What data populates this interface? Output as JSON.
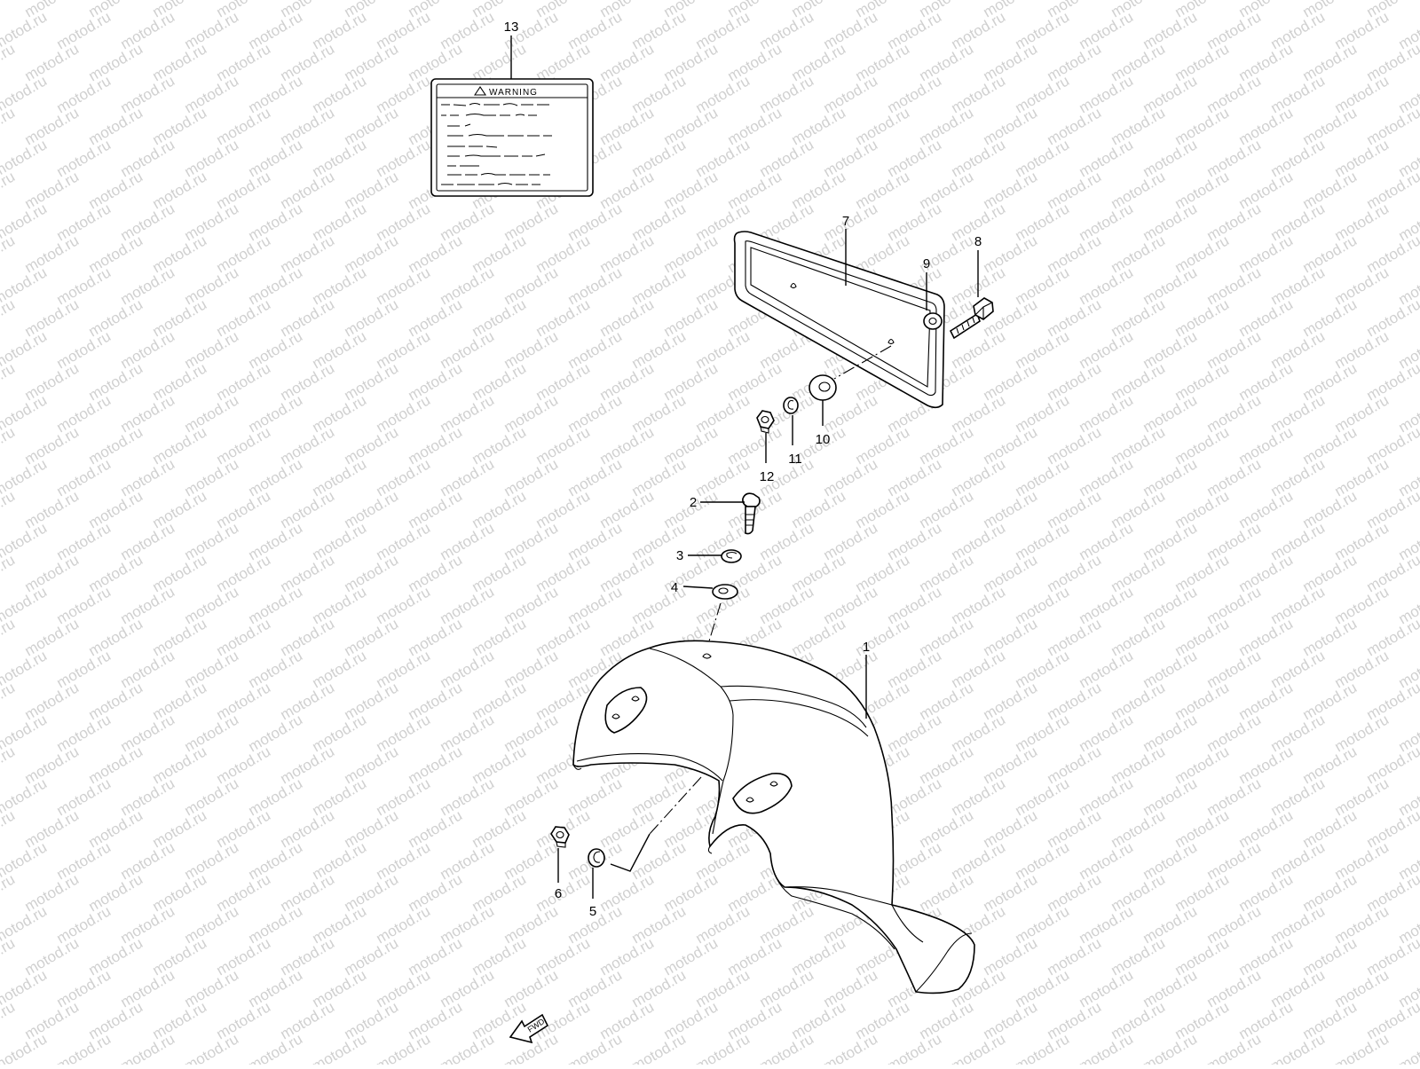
{
  "watermark": {
    "text": "motod.ru",
    "color": "#d0d0d0"
  },
  "warning_label": {
    "heading": "WARNING"
  },
  "direction_arrow": {
    "label": "FWD"
  },
  "callouts": {
    "c1": "1",
    "c2": "2",
    "c3": "3",
    "c4": "4",
    "c5": "5",
    "c6": "6",
    "c7": "7",
    "c8": "8",
    "c9": "9",
    "c10": "10",
    "c11": "11",
    "c12": "12",
    "c13": "13"
  },
  "icons": {
    "warning": "warning-triangle-icon",
    "fwd": "fwd-arrow-icon"
  }
}
